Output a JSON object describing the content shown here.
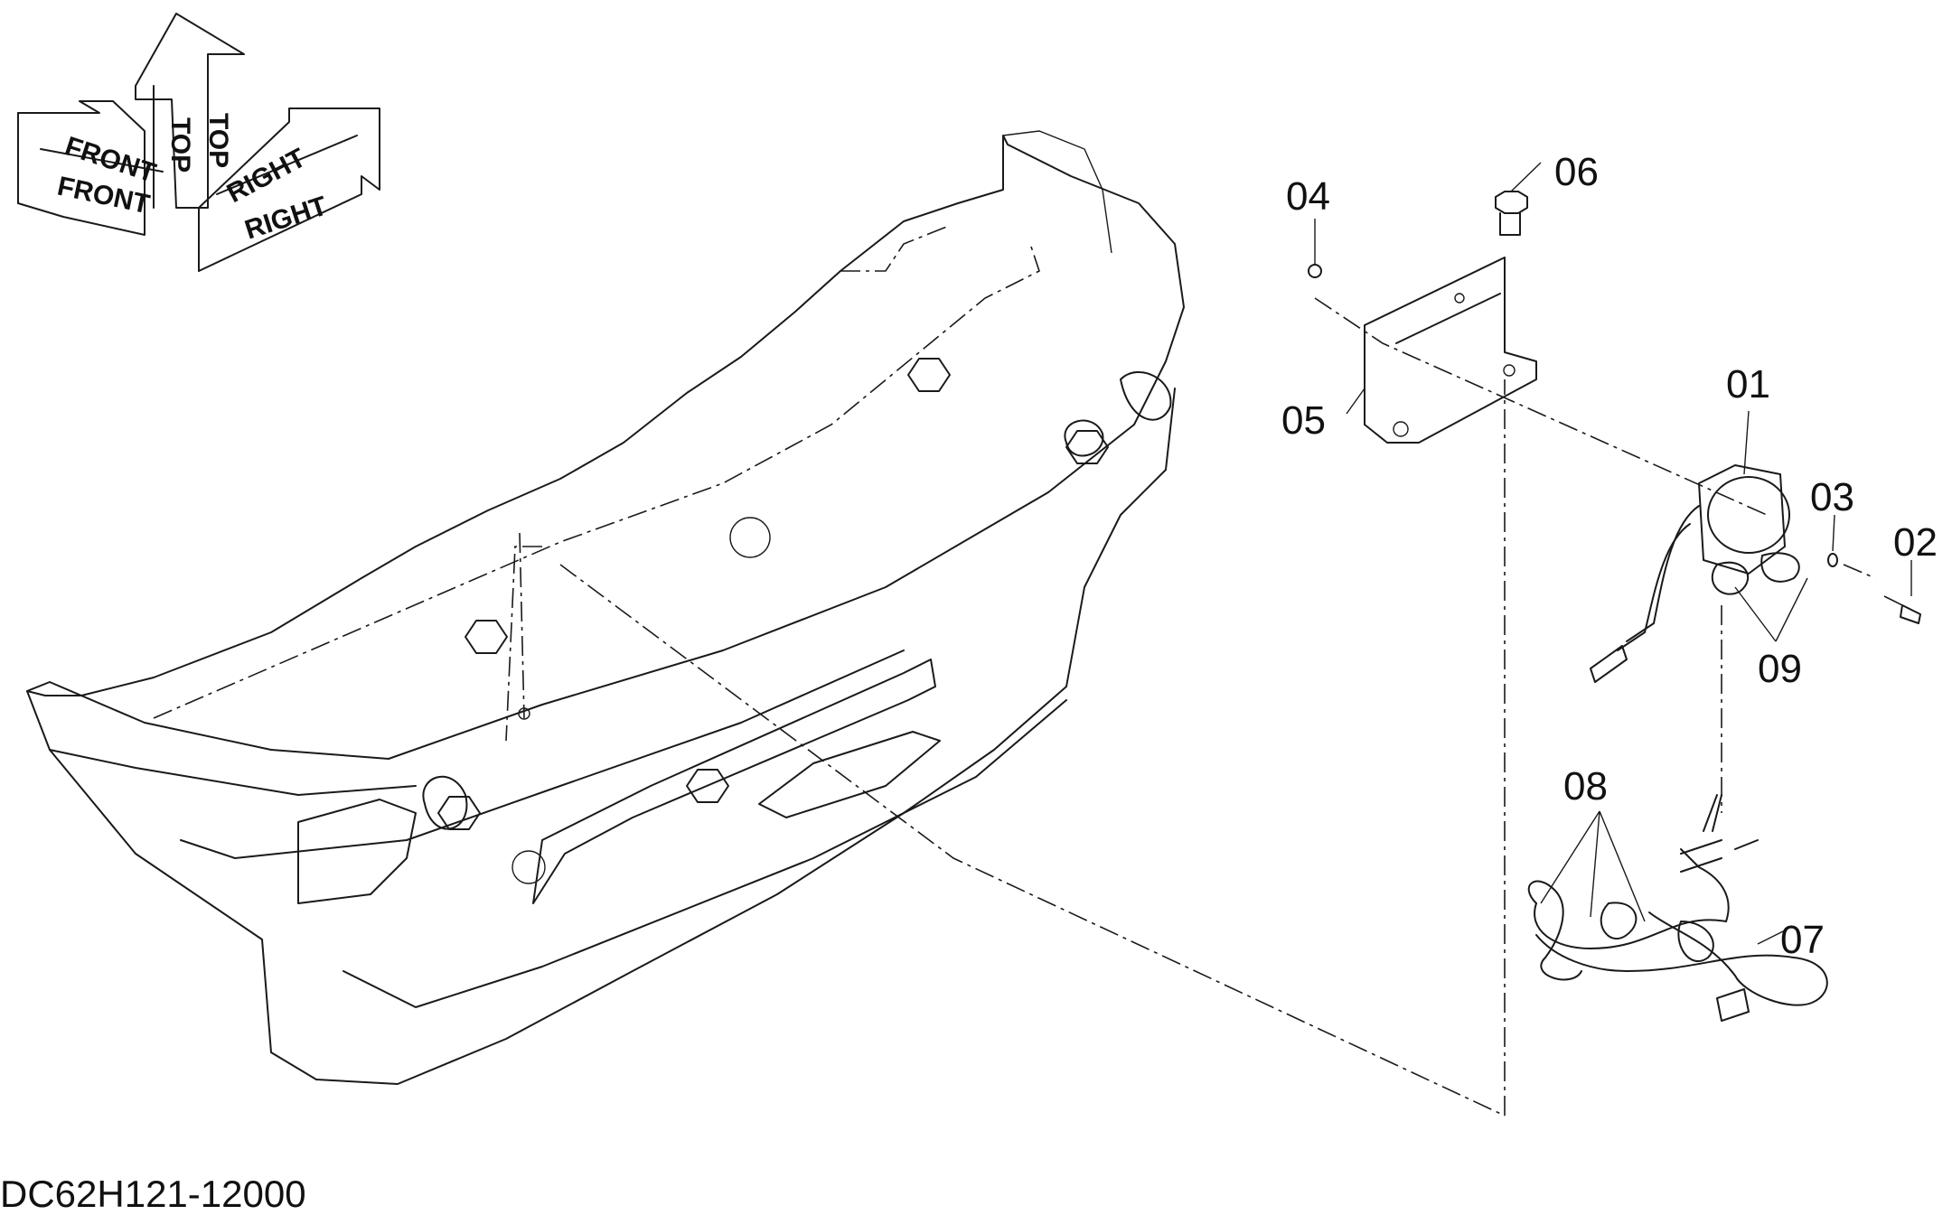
{
  "orientation": {
    "front_top": "FRONT",
    "front_bottom": "FRONT",
    "top_left": "TOP",
    "top_right": "TOP",
    "right_top": "RIGHT",
    "right_bottom": "RIGHT"
  },
  "callouts": {
    "c01": "01",
    "c02": "02",
    "c03": "03",
    "c04": "04",
    "c05": "05",
    "c06": "06",
    "c07": "07",
    "c08": "08",
    "c09": "09"
  },
  "drawing_code": "DC62H121-12000"
}
